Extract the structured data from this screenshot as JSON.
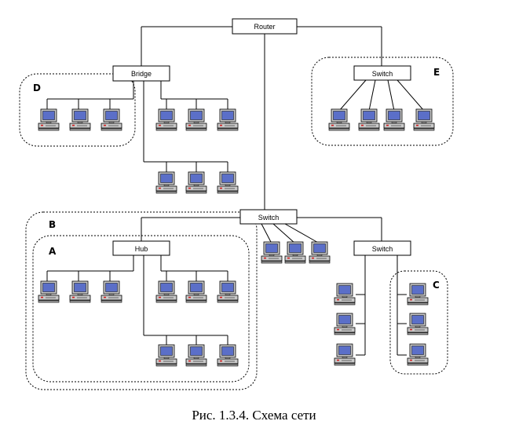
{
  "devices": {
    "router": "Router",
    "bridge": "Bridge",
    "switch_e": "Switch",
    "switch_main": "Switch",
    "hub": "Hub",
    "switch_c": "Switch"
  },
  "zones": {
    "a": "A",
    "b": "B",
    "c": "C",
    "d": "D",
    "e": "E"
  },
  "caption": "Рис. 1.3.4. Схема сети",
  "colors": {
    "line": "#000000",
    "screen": "#5b6fc8",
    "case": "#c9c9c9",
    "led": "#d02020"
  }
}
